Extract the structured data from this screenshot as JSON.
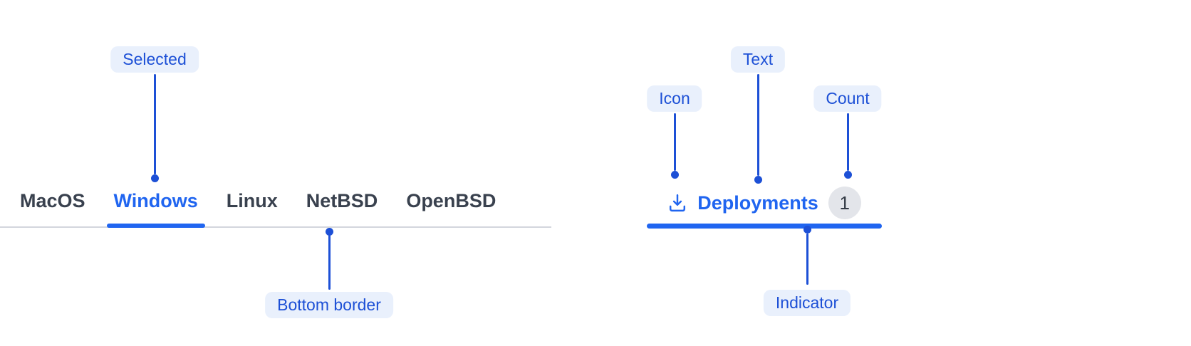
{
  "colors": {
    "primary_blue": "#2065f0",
    "annotation_blue": "#1d50d6",
    "annotation_pill_bg": "#e9f0fc",
    "unselected_tab_text": "#39414e",
    "bottom_border_gray": "#d3d6dd",
    "count_badge_bg": "#e3e5ea",
    "count_badge_text": "#343b46",
    "background": "#ffffff"
  },
  "tabs_example": {
    "items": [
      {
        "label": "MacOS",
        "selected": false
      },
      {
        "label": "Windows",
        "selected": true
      },
      {
        "label": "Linux",
        "selected": false
      },
      {
        "label": "NetBSD",
        "selected": false
      },
      {
        "label": "OpenBSD",
        "selected": false
      }
    ]
  },
  "deployments_tab": {
    "icon": "download-icon",
    "label": "Deployments",
    "count": "1"
  },
  "annotations": {
    "selected": "Selected",
    "bottom_border": "Bottom border",
    "icon": "Icon",
    "text": "Text",
    "count": "Count",
    "indicator": "Indicator"
  }
}
